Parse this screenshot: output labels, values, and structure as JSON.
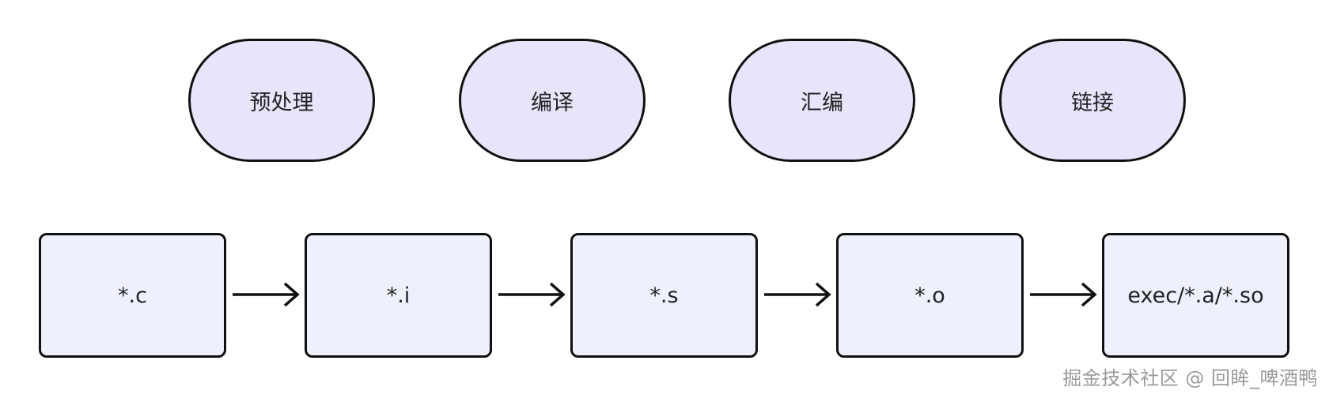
{
  "stages": [
    {
      "label": "预处理"
    },
    {
      "label": "编译"
    },
    {
      "label": "汇编"
    },
    {
      "label": "链接"
    }
  ],
  "files": [
    {
      "label": "*.c"
    },
    {
      "label": "*.i"
    },
    {
      "label": "*.s"
    },
    {
      "label": "*.o"
    },
    {
      "label": "exec/*.a/*.so"
    }
  ],
  "watermark": "掘金技术社区 @ 回眸_啤酒鸭",
  "colors": {
    "stage_fill": "#e8e4fb",
    "file_fill": "#eef1fb",
    "stroke": "#111111"
  }
}
